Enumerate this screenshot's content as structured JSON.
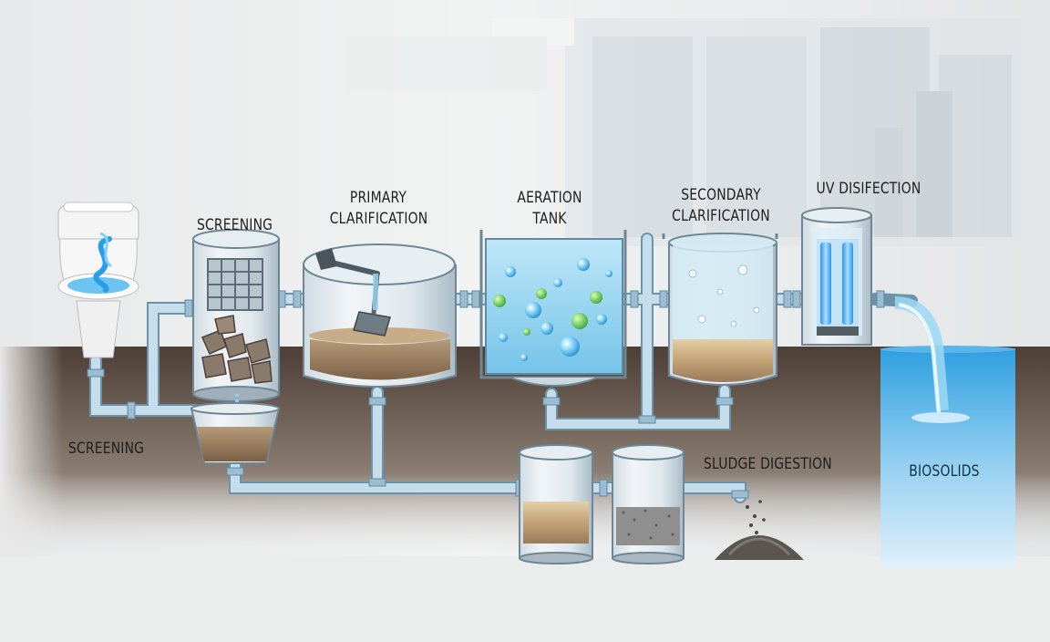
{
  "labels": {
    "screening_top": "SCREENING",
    "primary_line1": "PRIMARY",
    "primary_line2": "CLARIFICATION",
    "aeration_line1": "AERATION",
    "aeration_line2": "TANK",
    "secondary_line1": "SECONDARY",
    "secondary_line2": "CLARIFICATION",
    "uv": "UV DISIFECTION",
    "screening_bottom": "SCREENING",
    "sludge": "SLUDGE DIGESTION",
    "biosolids": "BIOSOLIDS"
  },
  "colors": {
    "pipe": "#bcd9ea",
    "pipe_stroke": "#5f8aa3",
    "ground": "#5a4a3e",
    "water": "#8fd0ee",
    "sludge": "#9a7b5a",
    "uv_glow": "#4ab8ff"
  }
}
